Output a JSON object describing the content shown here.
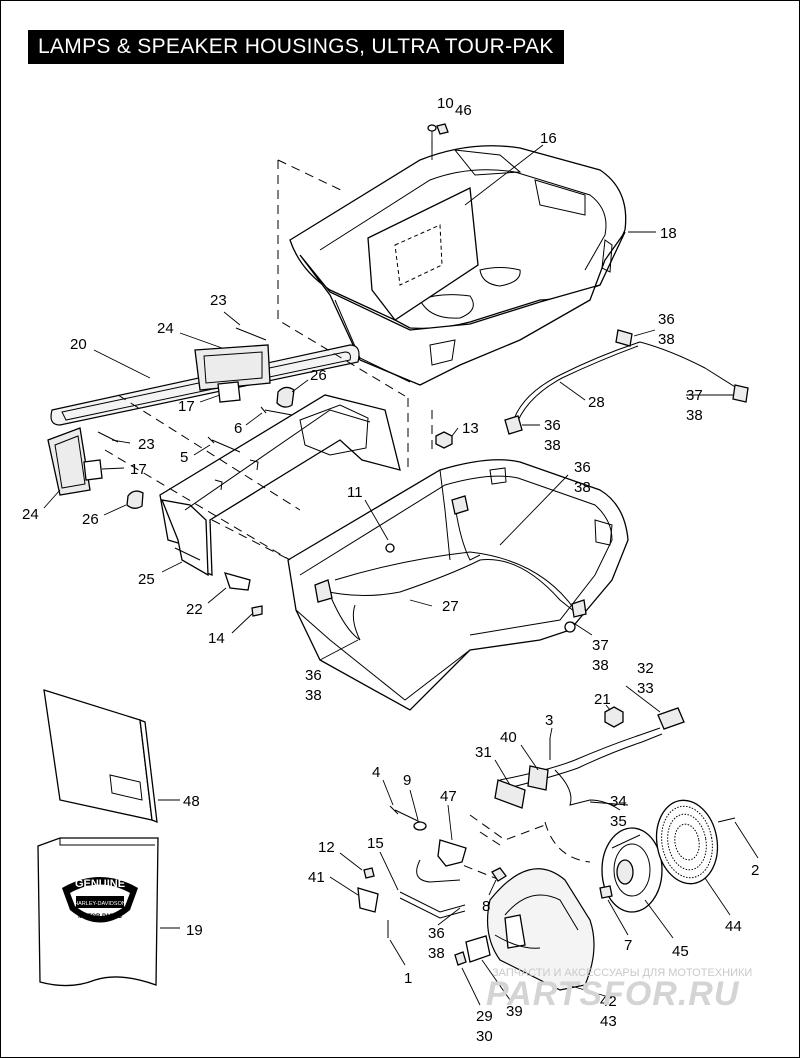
{
  "title": "LAMPS & SPEAKER HOUSINGS, ULTRA TOUR-PAK",
  "callouts": {
    "c1": "1",
    "c2": "2",
    "c3": "3",
    "c4": "4",
    "c5": "5",
    "c6": "6",
    "c7": "7",
    "c8": "8",
    "c9": "9",
    "c10": "10",
    "c11": "11",
    "c12": "12",
    "c13": "13",
    "c14": "14",
    "c15": "15",
    "c16": "16",
    "c17a": "17",
    "c17b": "17",
    "c18": "18",
    "c19": "19",
    "c20": "20",
    "c21": "21",
    "c22": "22",
    "c23a": "23",
    "c23b": "23",
    "c24a": "24",
    "c24b": "24",
    "c25": "25",
    "c26a": "26",
    "c26b": "26",
    "c27": "27",
    "c28": "28",
    "c29": "29",
    "c30": "30",
    "c31": "31",
    "c32": "32",
    "c33": "33",
    "c34": "34",
    "c35": "35",
    "c36a": "36",
    "c38a": "38",
    "c36b": "36",
    "c38b": "38",
    "c36c": "36",
    "c38c": "38",
    "c36d": "36",
    "c38d": "38",
    "c36e": "36",
    "c38e": "38",
    "c37a": "37",
    "c38f": "38",
    "c37b": "37",
    "c38g": "38",
    "c39": "39",
    "c40": "40",
    "c41": "41",
    "c42": "42",
    "c43": "43",
    "c44": "44",
    "c45": "45",
    "c46": "46",
    "c47": "47",
    "c48": "48"
  },
  "logo": {
    "line1": "GENUINE",
    "line2": "HARLEY-DAVIDSON",
    "line3": "MOTOR PARTS"
  },
  "watermark": {
    "tagline": "ЗАПЧАСТИ И АКСЕССУАРЫ ДЛЯ МОТОТЕХНИКИ",
    "brand": "PARTSFOR.RU"
  }
}
